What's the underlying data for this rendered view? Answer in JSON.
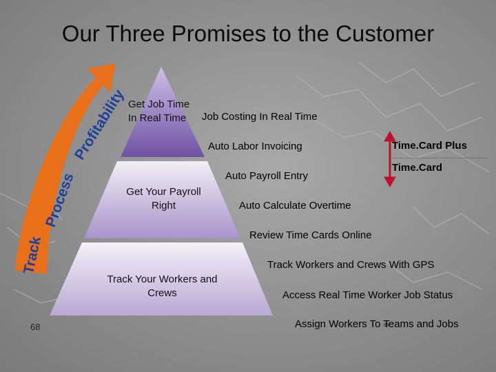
{
  "slide": {
    "title": "Our Three Promises to the Customer",
    "page_number": "68",
    "page_number_small": "68"
  },
  "arrow": {
    "words": [
      "Track",
      "Process",
      "Profitability"
    ],
    "color": "#e8701a"
  },
  "pyramid": {
    "top_tier_lines": [
      "Get Job Time",
      "In Real Time"
    ],
    "middle_tier_lines": [
      "Get Your Payroll",
      "Right"
    ],
    "bottom_tier_lines": [
      "Track Your Workers and",
      "Crews"
    ]
  },
  "features": [
    "Job Costing In Real Time",
    "Auto Labor Invoicing",
    "Auto Payroll Entry",
    "Auto Calculate Overtime",
    "Review Time Cards Online",
    "Track Workers and Crews With GPS",
    "Access Real Time Worker Job Status",
    "Assign Workers To Teams and Jobs"
  ],
  "products": {
    "upper": "Time.Card Plus",
    "lower": "Time.Card",
    "arrow_color": "#c0112b"
  }
}
